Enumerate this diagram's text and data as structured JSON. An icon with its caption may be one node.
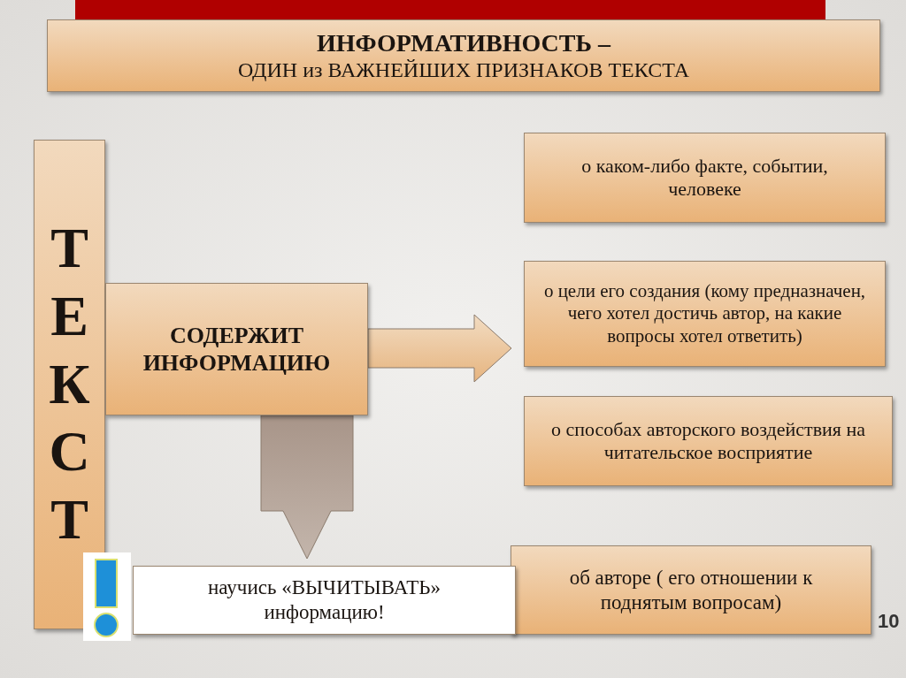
{
  "diagram": {
    "nodes": [
      {
        "text": [
          "ИНФОРМАТИВНОСТЬ –",
          "ОДИН из ВАЖНЕЙШИХ ПРИЗНАКОВ ТЕКСТА"
        ]
      },
      {
        "text": [
          "ТЕКСТ"
        ]
      },
      {
        "text": [
          "СОДЕРЖИТ ИНФОРМАЦИЮ"
        ]
      },
      {
        "text": [
          "о каком-либо факте, событии, человеке"
        ]
      },
      {
        "text": [
          "о цели его создания (кому предназначен, чего хотел достичь автор, на какие вопросы хотел ответить)"
        ]
      },
      {
        "text": [
          "о способах авторского воздействия на читательское восприятие"
        ]
      },
      {
        "text": [
          "об авторе ( его отношении к поднятым вопросам)"
        ]
      },
      {
        "text": [
          "научись «ВЫЧИТЫВАТЬ» информацию!"
        ]
      }
    ],
    "edges": [
      {
        "from": 2,
        "to": 4,
        "arrow": "to"
      },
      {
        "from": 2,
        "to": 7,
        "arrow": "to"
      }
    ],
    "labels": [
      "10"
    ]
  }
}
